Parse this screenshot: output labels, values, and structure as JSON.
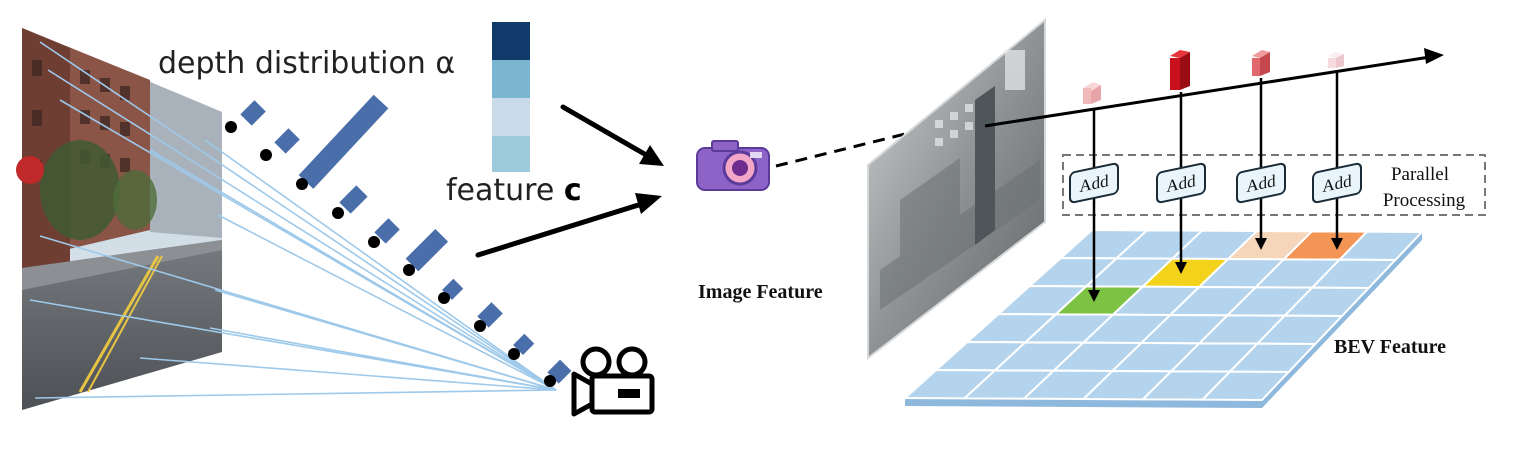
{
  "left_panel": {
    "depth_label": "depth distribution α",
    "feature_label_prefix": "feature ",
    "feature_label_symbol": "c",
    "feature_colors": [
      "#0f3a6a",
      "#7ab6d0",
      "#c9dbe8",
      "#9ecbdc"
    ],
    "depth_bar_color": "#4a6ea9",
    "ray_color": "#9ec9ea"
  },
  "right_panel": {
    "image_feature_label": "Image Feature",
    "bev_feature_label": "BEV Feature",
    "parallel_label_line1": "Parallel",
    "parallel_label_line2": "Processing",
    "add_labels": [
      "Add",
      "Add",
      "Add",
      "Add"
    ],
    "grid_color": "#b4d4ee",
    "highlight_colors": [
      "#7cc243",
      "#f2d21a",
      "#f6d6bb",
      "#f29555"
    ],
    "block_colors": [
      "#f2b9bd",
      "#c8111c",
      "#e1686c",
      "#f6dbde"
    ]
  },
  "icons": {
    "camera": "camera-icon",
    "video_camera": "video-camera-icon"
  }
}
